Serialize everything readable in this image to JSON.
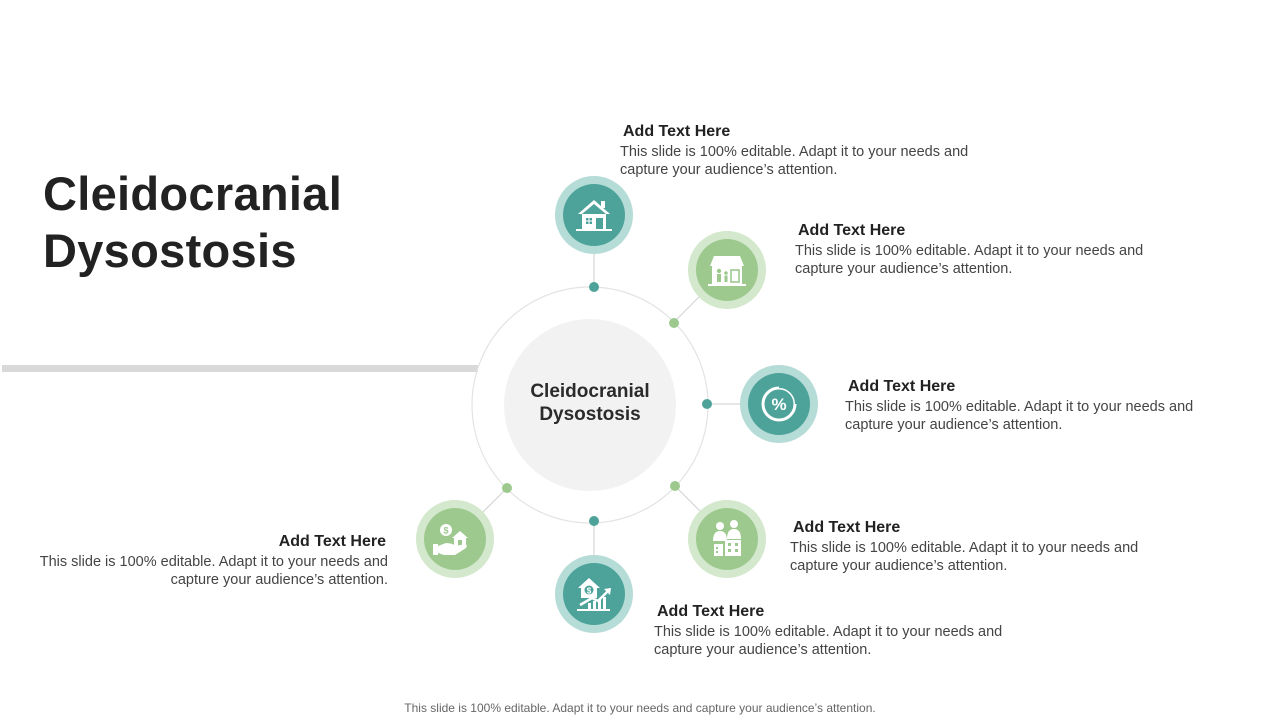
{
  "title": {
    "line1": "Cleidocranial",
    "line2": "Dysostosis"
  },
  "hub": {
    "line1": "Cleidocranial",
    "line2": "Dysostosis"
  },
  "items": [
    {
      "heading": "Add Text Here",
      "body": "This slide is 100% editable. Adapt it to your needs and capture your audience’s attention.",
      "icon": "house-icon",
      "color": "#4da39a"
    },
    {
      "heading": "Add Text Here",
      "body": "This slide is 100% editable. Adapt it to your needs and capture your audience’s attention.",
      "icon": "family-home-icon",
      "color": "#9dc98f"
    },
    {
      "heading": "Add Text Here",
      "body": "This slide is 100% editable. Adapt it to your needs and capture your audience’s attention.",
      "icon": "percent-icon",
      "color": "#4da39a"
    },
    {
      "heading": "Add Text Here",
      "body": "This slide is 100% editable. Adapt it to your needs and capture your audience’s attention.",
      "icon": "people-building-icon",
      "color": "#9dc98f"
    },
    {
      "heading": "Add Text Here",
      "body": "This slide is 100% editable. Adapt it to your needs and capture your audience’s attention.",
      "icon": "house-growth-icon",
      "color": "#4da39a"
    },
    {
      "heading": "Add Text Here",
      "body": "This slide is 100% editable. Adapt it to your needs and capture your audience’s attention.",
      "icon": "money-hand-icon",
      "color": "#9dc98f"
    }
  ],
  "footer": "This slide is 100% editable. Adapt it to your needs and capture your audience’s attention.",
  "colors": {
    "teal": "#4da39a",
    "green": "#9dc98f",
    "hub": "#f2f2f2",
    "divider": "#d9d9d9"
  }
}
